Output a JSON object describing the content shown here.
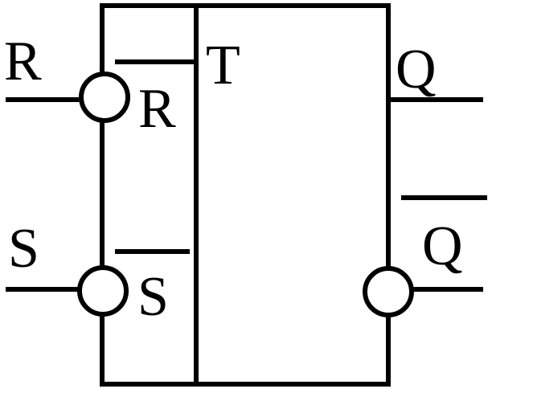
{
  "labels": {
    "input_r": "R",
    "input_s": "S",
    "inner_r": "R",
    "inner_s": "S",
    "type": "T",
    "output_q": "Q",
    "output_q_bar": "Q"
  },
  "colors": {
    "line": "#000000",
    "background": "#ffffff"
  }
}
